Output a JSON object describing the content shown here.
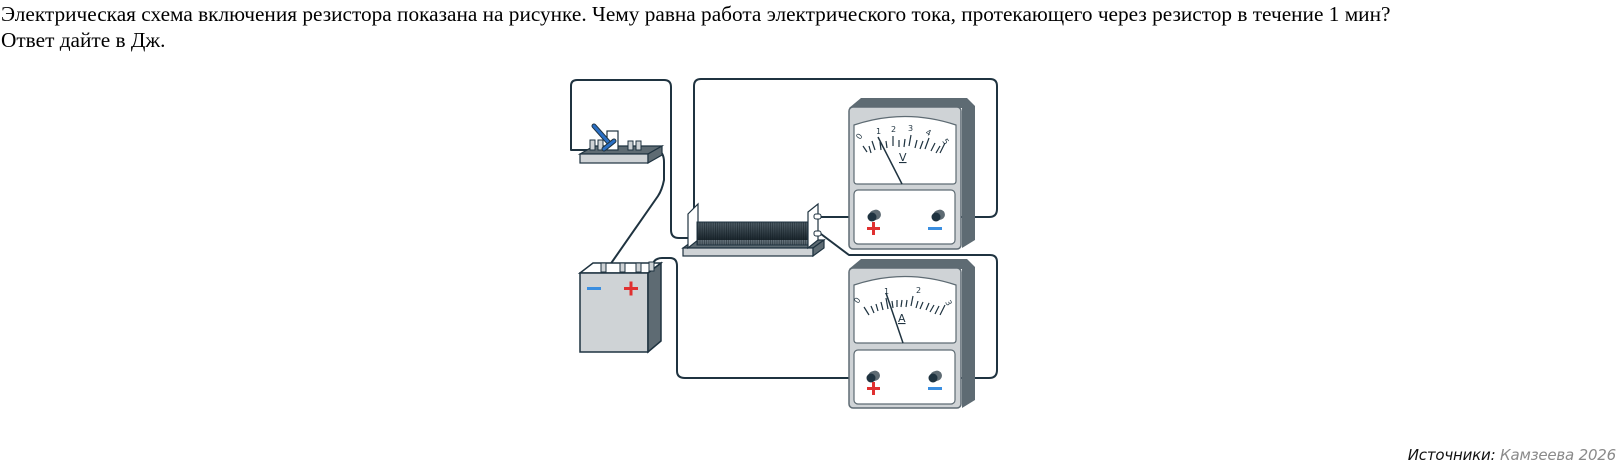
{
  "question": {
    "line1": "Электрическая схема включения резистора показана на рисунке. Чему равна работа электрического тока, протекающего через резистор в течение 1 мин?",
    "line2": "Ответ дайте в Дж."
  },
  "figure": {
    "voltmeter": {
      "unit": "V",
      "scale": [
        "0",
        "1",
        "2",
        "3",
        "4",
        "5"
      ],
      "reading": 1.2,
      "plus": "+",
      "minus": "−"
    },
    "ammeter": {
      "unit": "A",
      "scale": [
        "0",
        "1",
        "2",
        "3"
      ],
      "reading": 1.0,
      "plus": "+",
      "minus": "−"
    },
    "battery": {
      "minus": "−",
      "plus": "+"
    },
    "colors": {
      "wire": "#1f3340",
      "body": "#cfd3d6",
      "shadow": "#5e6b73",
      "plus": "#e03030",
      "minus": "#3a8ee0",
      "key": "#2a6fc4"
    }
  },
  "source": {
    "label": "Источники:",
    "author": "Камзеева 2026"
  }
}
